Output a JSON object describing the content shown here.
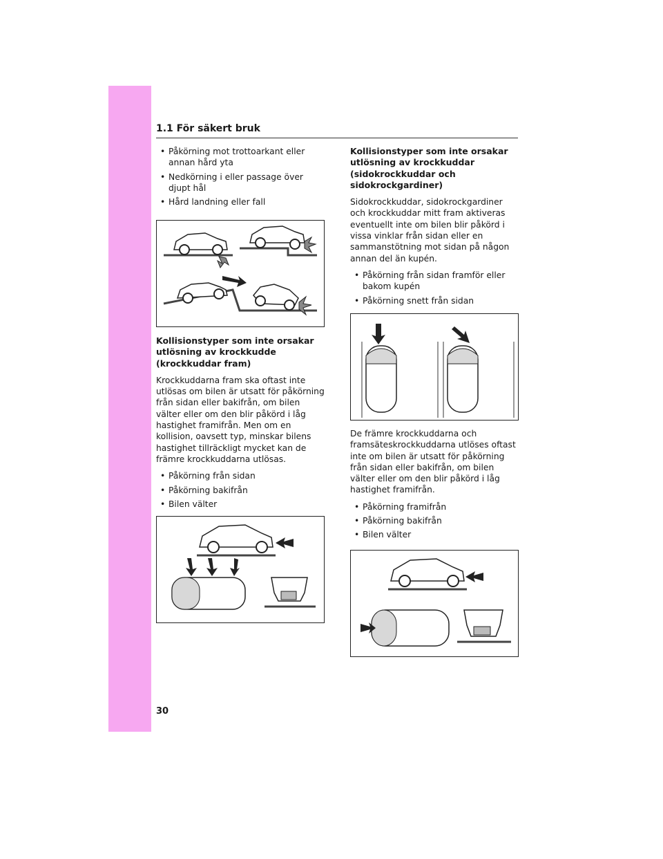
{
  "section": {
    "title": "1.1  För säkert bruk"
  },
  "left": {
    "bullets_top": [
      "Påkörning mot trottoarkant eller annan hård yta",
      "Nedkörning i eller passage över djupt hål",
      "Hård landning eller fall"
    ],
    "heading_front": "Kollisionstyper som inte orsakar utlösning av krockkudde (krockkuddar fram)",
    "paragraph_front": "Krockkuddarna fram ska oftast inte utlösas om bilen är utsatt för påkörning från sidan eller bakifrån, om bilen välter eller om den blir påkörd i låg hastighet framifrån. Men om en kollision, oavsett typ, minskar bilens hastighet tillräckligt mycket kan de främre krockkuddarna utlösas.",
    "bullets_front": [
      "Påkörning från sidan",
      "Påkörning bakifrån",
      "Bilen välter"
    ]
  },
  "right": {
    "heading_side": "Kollisionstyper som inte orsakar utlösning av krockkuddar (sidokrockkuddar och sidokrockgardiner)",
    "paragraph_side": "Sidokrockkuddar, sidokrockgardiner och krockkuddar mitt fram aktiveras eventuellt inte om bilen blir påkörd i vissa vinklar från sidan eller en sammanstötning mot sidan på någon annan del än kupén.",
    "bullets_side": [
      "Påkörning från sidan framför eller bakom kupén",
      "Påkörning snett från sidan"
    ],
    "paragraph_seat": "De främre krockkuddarna och framsäteskrockkuddarna utlöses oftast inte om bilen är utsatt för påkörning från sidan eller bakifrån, om bilen välter eller om den blir påkörd i låg hastighet framifrån.",
    "bullets_seat": [
      "Påkörning framifrån",
      "Påkörning bakifrån",
      "Bilen välter"
    ]
  },
  "page_number": "30",
  "colors": {
    "side_tab": "#f7a8f1",
    "text": "#1a1a1a"
  },
  "icons": [
    "car-curb-impact-illustration",
    "car-side-impact-illustration",
    "car-front-rear-rollover-illustration",
    "car-frontal-rear-rollover-illustration"
  ]
}
